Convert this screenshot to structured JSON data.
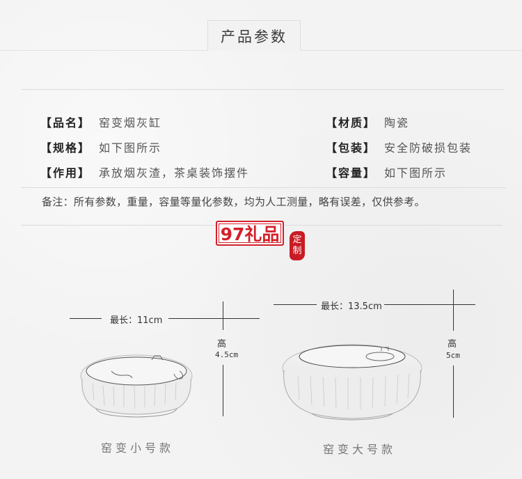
{
  "header": {
    "title": "产品参数"
  },
  "specs": {
    "left": [
      {
        "label": "【品名】",
        "value": "窑变烟灰缸"
      },
      {
        "label": "【规格】",
        "value": "如下图所示"
      },
      {
        "label": "【作用】",
        "value": "承放烟灰渣，茶桌装饰摆件"
      }
    ],
    "right": [
      {
        "label": "【材质】",
        "value": "陶瓷"
      },
      {
        "label": "【包装】",
        "value": "安全防破损包装"
      },
      {
        "label": "【容量】",
        "value": "如下图所示"
      }
    ]
  },
  "note": "备注：所有参数，重量，容量等量化参数，均为人工测量，略有误差，仅供参考。",
  "brand": {
    "logo_text": "97礼品",
    "seal_text_1": "定",
    "seal_text_2": "制",
    "color": "#d3202a"
  },
  "products": [
    {
      "length_label": "最长：11cm",
      "height_label": "高",
      "height_value": "4.5cm",
      "caption": "窑变小号款"
    },
    {
      "length_label": "最长：13.5cm",
      "height_label": "高",
      "height_value": "5cm",
      "caption": "窑变大号款"
    }
  ]
}
